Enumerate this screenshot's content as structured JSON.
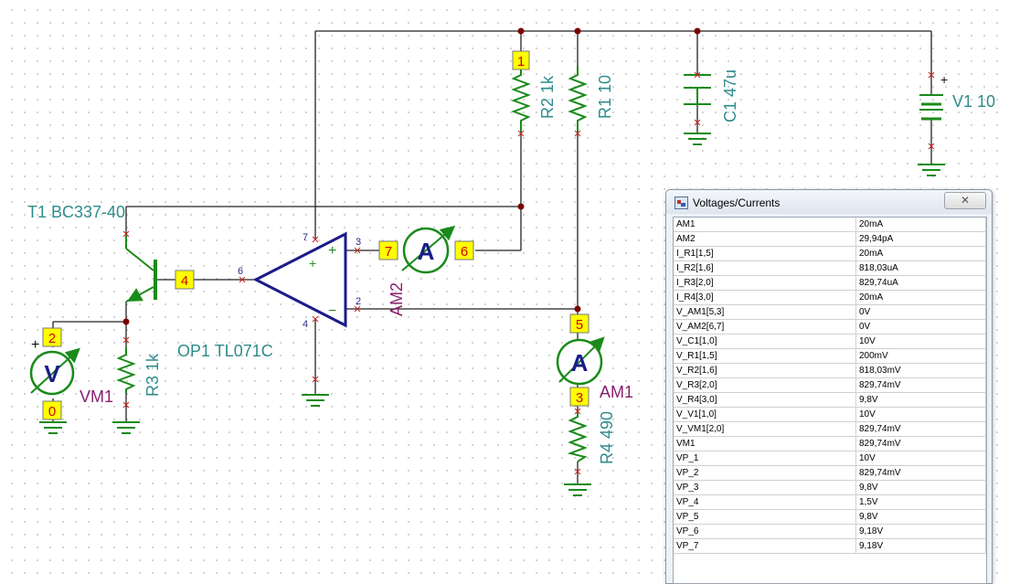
{
  "schematic": {
    "components": {
      "t1": "T1 BC337-40",
      "op1": "OP1 TL071C",
      "r1": "R1 10",
      "r2": "R2 1k",
      "r3": "R3 1k",
      "r4": "R4 490",
      "c1": "C1 47u",
      "v1": "V1 10",
      "am1": "AM1",
      "am2": "AM2",
      "vm1": "VM1"
    },
    "meter_symbols": {
      "ammeter": "A",
      "voltmeter": "V"
    },
    "op_amp": {
      "plus": "+",
      "minus": "−"
    },
    "polarity": "+",
    "pin_numbers": {
      "op_out": "6",
      "op_in_plus": "3",
      "op_in_minus": "2",
      "op_vplus": "7",
      "op_vminus": "4"
    },
    "nodes": {
      "n1": "1",
      "n2": "2",
      "n0": "0",
      "n3": "3",
      "n4": "4",
      "n5": "5",
      "n6": "6",
      "n7": "7"
    }
  },
  "vc_window": {
    "title": "Voltages/Currents",
    "close_label": "✕",
    "rows": [
      {
        "name": "AM1",
        "value": "20mA"
      },
      {
        "name": "AM2",
        "value": "29,94pA"
      },
      {
        "name": "I_R1[1,5]",
        "value": "20mA"
      },
      {
        "name": "I_R2[1,6]",
        "value": "818,03uA"
      },
      {
        "name": "I_R3[2,0]",
        "value": "829,74uA"
      },
      {
        "name": "I_R4[3,0]",
        "value": "20mA"
      },
      {
        "name": "V_AM1[5,3]",
        "value": "0V"
      },
      {
        "name": "V_AM2[6,7]",
        "value": "0V"
      },
      {
        "name": "V_C1[1,0]",
        "value": "10V"
      },
      {
        "name": "V_R1[1,5]",
        "value": "200mV"
      },
      {
        "name": "V_R2[1,6]",
        "value": "818,03mV"
      },
      {
        "name": "V_R3[2,0]",
        "value": "829,74mV"
      },
      {
        "name": "V_R4[3,0]",
        "value": "9,8V"
      },
      {
        "name": "V_V1[1,0]",
        "value": "10V"
      },
      {
        "name": "V_VM1[2,0]",
        "value": "829,74mV"
      },
      {
        "name": "VM1",
        "value": "829,74mV"
      },
      {
        "name": "VP_1",
        "value": "10V"
      },
      {
        "name": "VP_2",
        "value": "829,74mV"
      },
      {
        "name": "VP_3",
        "value": "9,8V"
      },
      {
        "name": "VP_4",
        "value": "1,5V"
      },
      {
        "name": "VP_5",
        "value": "9,8V"
      },
      {
        "name": "VP_6",
        "value": "9,18V"
      },
      {
        "name": "VP_7",
        "value": "9,18V"
      }
    ]
  },
  "colors": {
    "wire": "#222222",
    "component": "#1a8a1a",
    "opamp": "#1b1b8a",
    "label": "#2e8b8b",
    "meter_label": "#8b1e6f",
    "node_box": "#ffff00",
    "node_text": "#d40000"
  }
}
